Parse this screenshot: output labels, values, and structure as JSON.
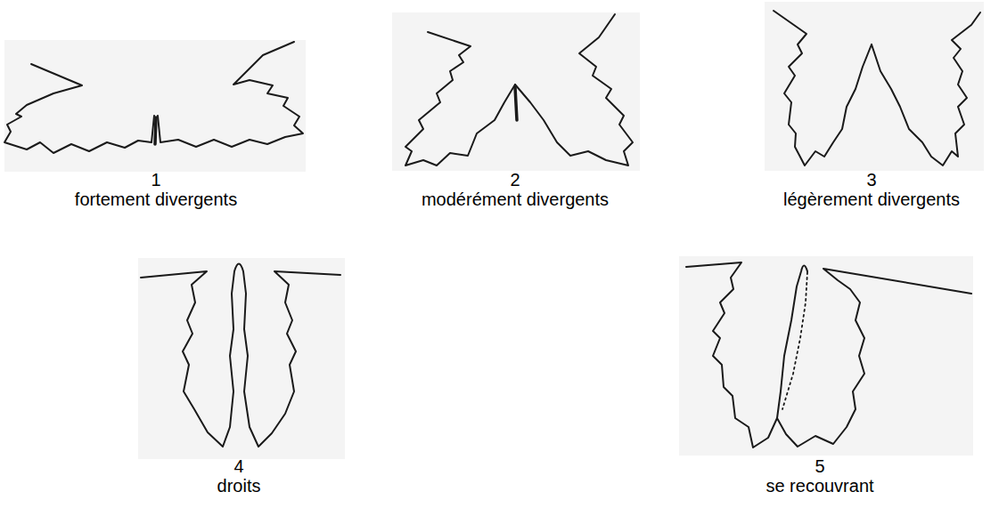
{
  "diagram": {
    "labels": [
      "1",
      "fortement divergents",
      "2",
      "modérément divergents",
      "3",
      "légèrement divergents",
      "4",
      "droits",
      "5",
      "se recouvrant"
    ]
  }
}
